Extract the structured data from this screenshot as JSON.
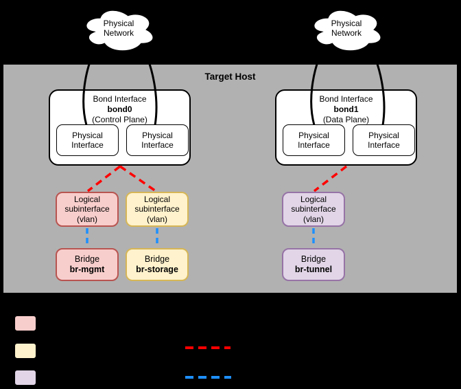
{
  "host": {
    "title": "Target Host"
  },
  "clouds": [
    {
      "label": "Physical Network"
    },
    {
      "label": "Physical Network"
    }
  ],
  "bonds": [
    {
      "title": "Bond Interface",
      "name": "bond0",
      "plane": "(Control Plane)",
      "interfaces": [
        {
          "label": "Physical Interface"
        },
        {
          "label": "Physical Interface"
        }
      ]
    },
    {
      "title": "Bond Interface",
      "name": "bond1",
      "plane": "(Data Plane)",
      "interfaces": [
        {
          "label": "Physical Interface"
        },
        {
          "label": "Physical Interface"
        }
      ]
    }
  ],
  "subinterfaces": [
    {
      "label": "Logical subinterface (vlan)",
      "color": "pink"
    },
    {
      "label": "Logical subinterface (vlan)",
      "color": "yellow"
    },
    {
      "label": "Logical subinterface (vlan)",
      "color": "purple"
    }
  ],
  "bridges": [
    {
      "title": "Bridge",
      "name": "br-mgmt",
      "color": "pink"
    },
    {
      "title": "Bridge",
      "name": "br-storage",
      "color": "yellow"
    },
    {
      "title": "Bridge",
      "name": "br-tunnel",
      "color": "purple"
    }
  ],
  "legend": {
    "swatches": [
      {
        "name": "pink-swatch",
        "fill": "#f8cecc",
        "border": "#b85450"
      },
      {
        "name": "yellow-swatch",
        "fill": "#fff2cc",
        "border": "#d6b656"
      },
      {
        "name": "purple-swatch",
        "fill": "#e1d5e7",
        "border": "#9673a6"
      }
    ],
    "lines": [
      {
        "name": "red-dashed-line",
        "color": "#ff0000"
      },
      {
        "name": "blue-dashed-line",
        "color": "#1e90ff"
      }
    ]
  },
  "colors": {
    "background": "#000000",
    "host_fill": "#b1b1b1",
    "node_fill": "#ffffff",
    "red_connector": "#ff0000",
    "blue_connector": "#1e90ff"
  }
}
